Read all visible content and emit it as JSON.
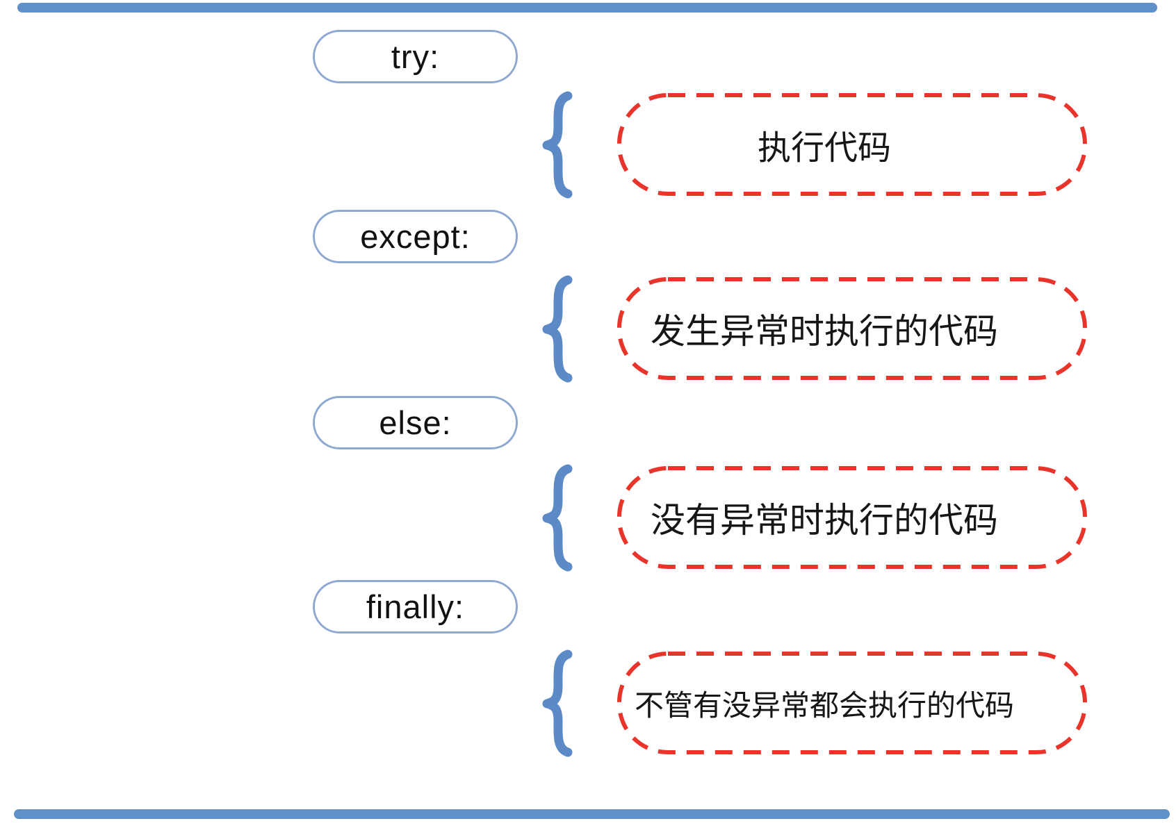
{
  "diagram": {
    "sections": [
      {
        "keyword": "try:",
        "description": "执行代码"
      },
      {
        "keyword": "except:",
        "description": "发生异常时执行的代码"
      },
      {
        "keyword": "else:",
        "description": "没有异常时执行的代码"
      },
      {
        "keyword": "finally:",
        "description": "不管有没异常都会执行的代码"
      }
    ],
    "icons": {
      "brace": "left-curly-brace-icon"
    },
    "colors": {
      "bar_blue": "#6090c9",
      "pill_border_blue": "#8ea8d2",
      "brace_blue": "#5b8ac7",
      "dashed_red": "#e8342b",
      "text": "#161616"
    }
  }
}
